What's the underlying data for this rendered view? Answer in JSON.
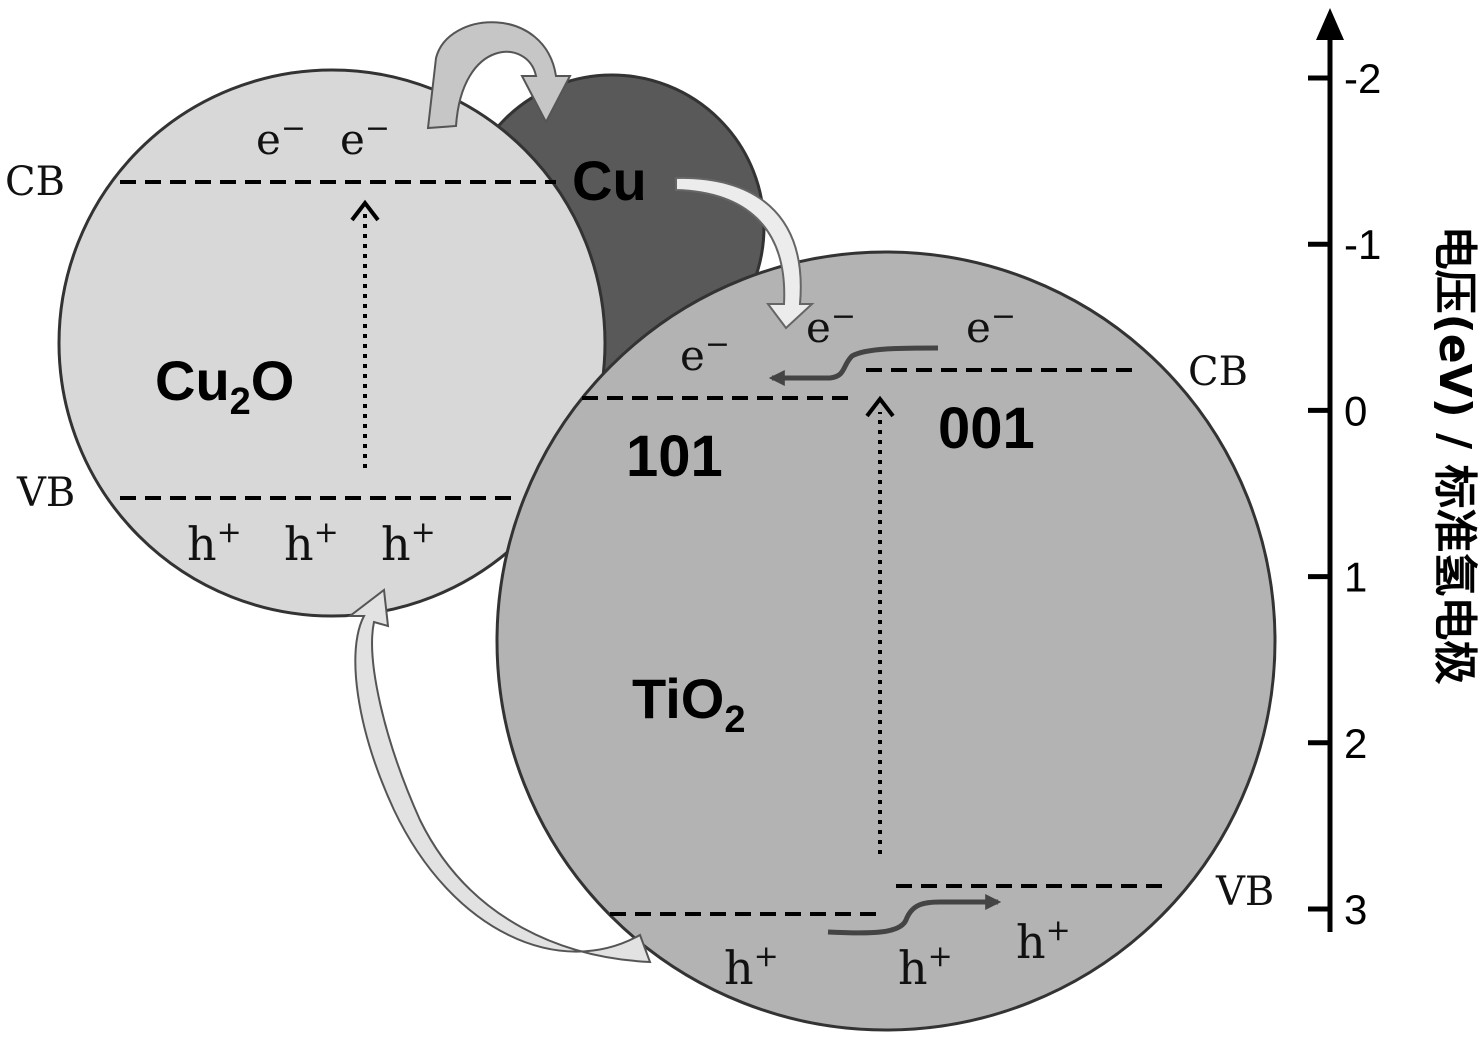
{
  "materials": {
    "cu2o": {
      "formula": "Cu",
      "sub": "2",
      "rest": "O"
    },
    "cu": {
      "label": "Cu"
    },
    "tio2": {
      "formula": "TiO",
      "sub": "2"
    }
  },
  "facets": {
    "f101": "101",
    "f001": "001"
  },
  "bands": {
    "cu2o_cb": "CB",
    "cu2o_vb": "VB",
    "tio2_cb": "CB",
    "tio2_vb": "VB"
  },
  "carriers": {
    "electron_base": "e",
    "electron_sign": "−",
    "hole_base": "h",
    "hole_sign": "+"
  },
  "axis": {
    "label": "电压(eV) / 标准氢电极",
    "ticks": [
      "-2",
      "-1",
      "0",
      "1",
      "2",
      "3"
    ]
  },
  "colors": {
    "cu2o_fill": "#d8d8d8",
    "cu_fill": "#595959",
    "tio2_fill": "#b3b3b3",
    "outline": "#333333"
  }
}
